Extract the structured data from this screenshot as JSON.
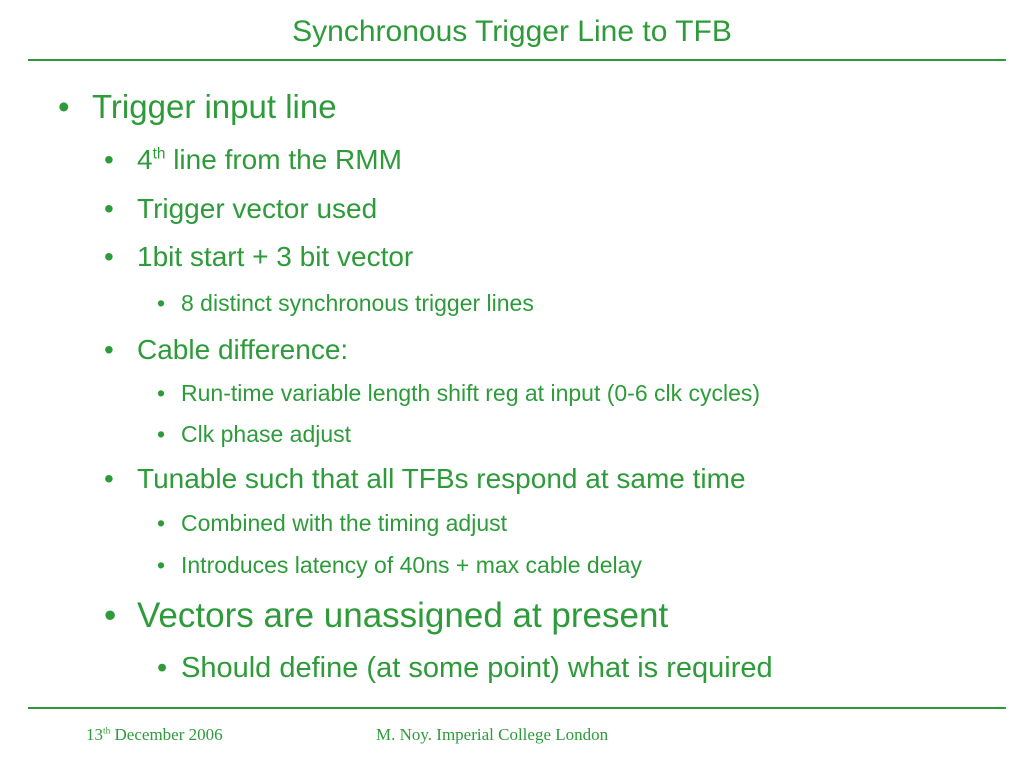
{
  "slide": {
    "title": "Synchronous Trigger Line to TFB",
    "bullets": [
      {
        "level": 1,
        "text": "Trigger input line"
      },
      {
        "level": 2,
        "text_main": "4",
        "text_sup": "th",
        "text_rest": " line from the RMM"
      },
      {
        "level": 2,
        "text": "Trigger vector used"
      },
      {
        "level": 2,
        "text": "1bit start + 3 bit vector"
      },
      {
        "level": 3,
        "text": "8 distinct synchronous trigger lines"
      },
      {
        "level": 2,
        "text": "Cable difference:"
      },
      {
        "level": 3,
        "text": "Run-time variable length shift reg at input (0-6 clk cycles)"
      },
      {
        "level": 3,
        "text": "Clk phase adjust"
      },
      {
        "level": 2,
        "text": "Tunable such that all TFBs respond at same time"
      },
      {
        "level": 3,
        "text": "Combined with the timing adjust"
      },
      {
        "level": 3,
        "text": "Introduces latency of 40ns + max cable delay"
      },
      {
        "level": 2,
        "text": "Vectors are unassigned at present"
      },
      {
        "level": 3,
        "text": "Should define (at some point) what is required"
      }
    ],
    "bullet_char": "•"
  },
  "footer": {
    "date_day": "13",
    "date_sup": "th",
    "date_rest": " December 2006",
    "author": "M. Noy. Imperial College London"
  },
  "colors": {
    "text": "#2e9b3a",
    "rule": "#2e9b3a",
    "background": "#ffffff"
  }
}
